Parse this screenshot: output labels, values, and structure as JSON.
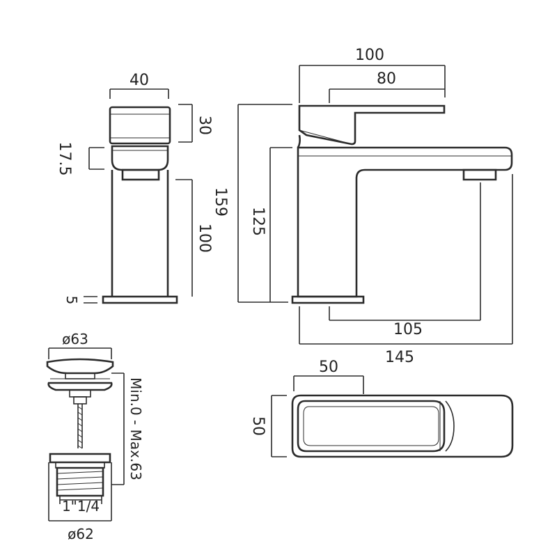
{
  "side_view": {
    "width": "40",
    "handle_height": "30",
    "gap": "17.5",
    "body_height": "100",
    "base": "5"
  },
  "front_view": {
    "handle_reach_outer": "100",
    "handle_reach_inner": "80",
    "total_height": "159",
    "spout_height": "125",
    "spout_reach": "105",
    "total_depth": "145"
  },
  "top_view": {
    "width": "50",
    "depth": "50"
  },
  "waste": {
    "cap_diameter": "ø63",
    "range": "Min.0 - Max.63",
    "thread": "1\"1/4",
    "base_diameter": "ø62"
  }
}
